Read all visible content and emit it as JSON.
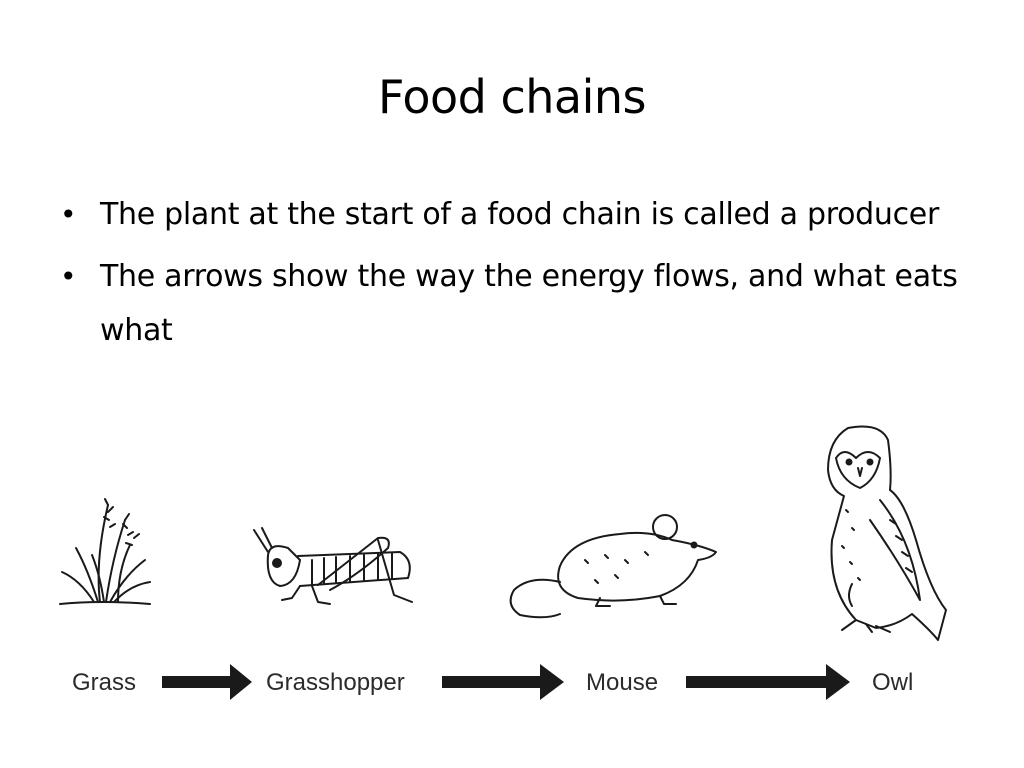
{
  "slide": {
    "title": "Food chains",
    "bullets": [
      "The plant at the start of a food chain is called a producer",
      "The arrows show the way the energy flows, and what eats what"
    ]
  },
  "food_chain": {
    "organisms": [
      "Grass",
      "Grasshopper",
      "Mouse",
      "Owl"
    ]
  }
}
